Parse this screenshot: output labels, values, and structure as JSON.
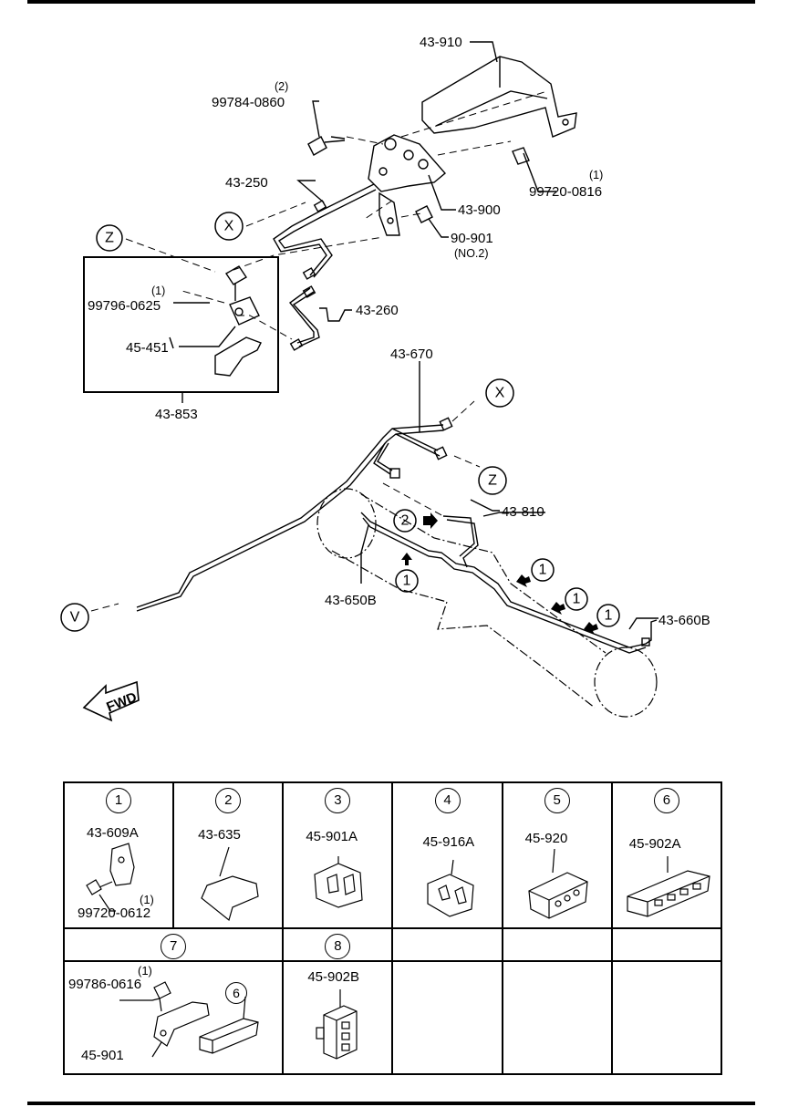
{
  "callouts": {
    "p43_910": "43-910",
    "q2": "(2)",
    "p99784": "99784-0860",
    "p43_250": "43-250",
    "q1a": "(1)",
    "p99720_0816": "99720-0816",
    "p43_900": "43-900",
    "p90_901": "90-901",
    "no2": "(NO.2)",
    "p43_260": "43-260",
    "q1b": "(1)",
    "p99796": "99796-0625",
    "p45_451": "45-451",
    "p43_853": "43-853",
    "p43_670": "43-670",
    "p43_810": "43-810",
    "p43_650b": "43-650B",
    "p43_660b": "43-660B"
  },
  "markers": {
    "x": "X",
    "z": "Z",
    "v": "V",
    "one": "1",
    "two": "2"
  },
  "fwd": "FWD",
  "legend": {
    "c1": {
      "num": "1",
      "part": "43-609A",
      "qty": "(1)",
      "bolt": "99720-0612"
    },
    "c2": {
      "num": "2",
      "part": "43-635"
    },
    "c3": {
      "num": "3",
      "part": "45-901A"
    },
    "c4": {
      "num": "4",
      "part": "45-916A"
    },
    "c5": {
      "num": "5",
      "part": "45-920"
    },
    "c6": {
      "num": "6",
      "part": "45-902A"
    },
    "c7": {
      "num": "7",
      "qty": "(1)",
      "bolt": "99786-0616",
      "part": "45-901",
      "sub": "6"
    },
    "c8": {
      "num": "8",
      "part": "45-902B"
    }
  }
}
